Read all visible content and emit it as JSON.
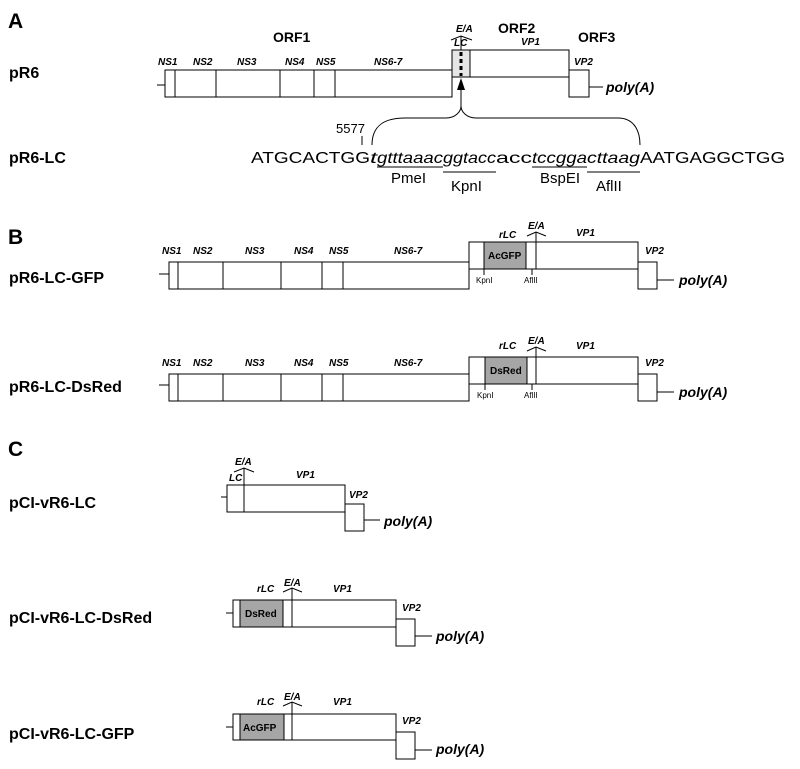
{
  "panels": {
    "a": "A",
    "b": "B",
    "c": "C"
  },
  "constructs": {
    "pr6": "pR6",
    "pr6_lc": "pR6-LC",
    "pr6_lc_gfp": "pR6-LC-GFP",
    "pr6_lc_dsred": "pR6-LC-DsRed",
    "pcl_vr6_lc": "pCI-vR6-LC",
    "pcl_vr6_lc_dsred": "pCI-vR6-LC-DsRed",
    "pcl_vr6_lc_gfp": "pCI-vR6-LC-GFP"
  },
  "orfs": {
    "orf1": "ORF1",
    "orf2": "ORF2",
    "orf3": "ORF3"
  },
  "segments": {
    "ns1": "NS1",
    "ns2": "NS2",
    "ns3": "NS3",
    "ns4": "NS4",
    "ns5": "NS5",
    "ns67": "NS6-7",
    "lc": "LC",
    "rlc": "rLC",
    "ea": "E/A",
    "vp1": "VP1",
    "vp2": "VP2"
  },
  "poly_a": "poly(A)",
  "inserts": {
    "gfp": "AcGFP",
    "dsred": "DsRed"
  },
  "fill_color": "#a6a6a6",
  "sites": {
    "kpn": "KpnI",
    "afl": "AflII"
  },
  "sequence": {
    "position": "5577",
    "upper_left": "ATGCACTGG",
    "g_t": "t",
    "pme": "gtttaaac",
    "kpn": "ggtacc",
    "spacer": "acc",
    "bsp": "tccgga",
    "afl": "cttaag",
    "upper_right": "AATGAGGCTGG"
  },
  "enzymes": {
    "pme": "PmeI",
    "kpn": "KpnI",
    "bsp": "BspEI",
    "afl": "AflII"
  }
}
